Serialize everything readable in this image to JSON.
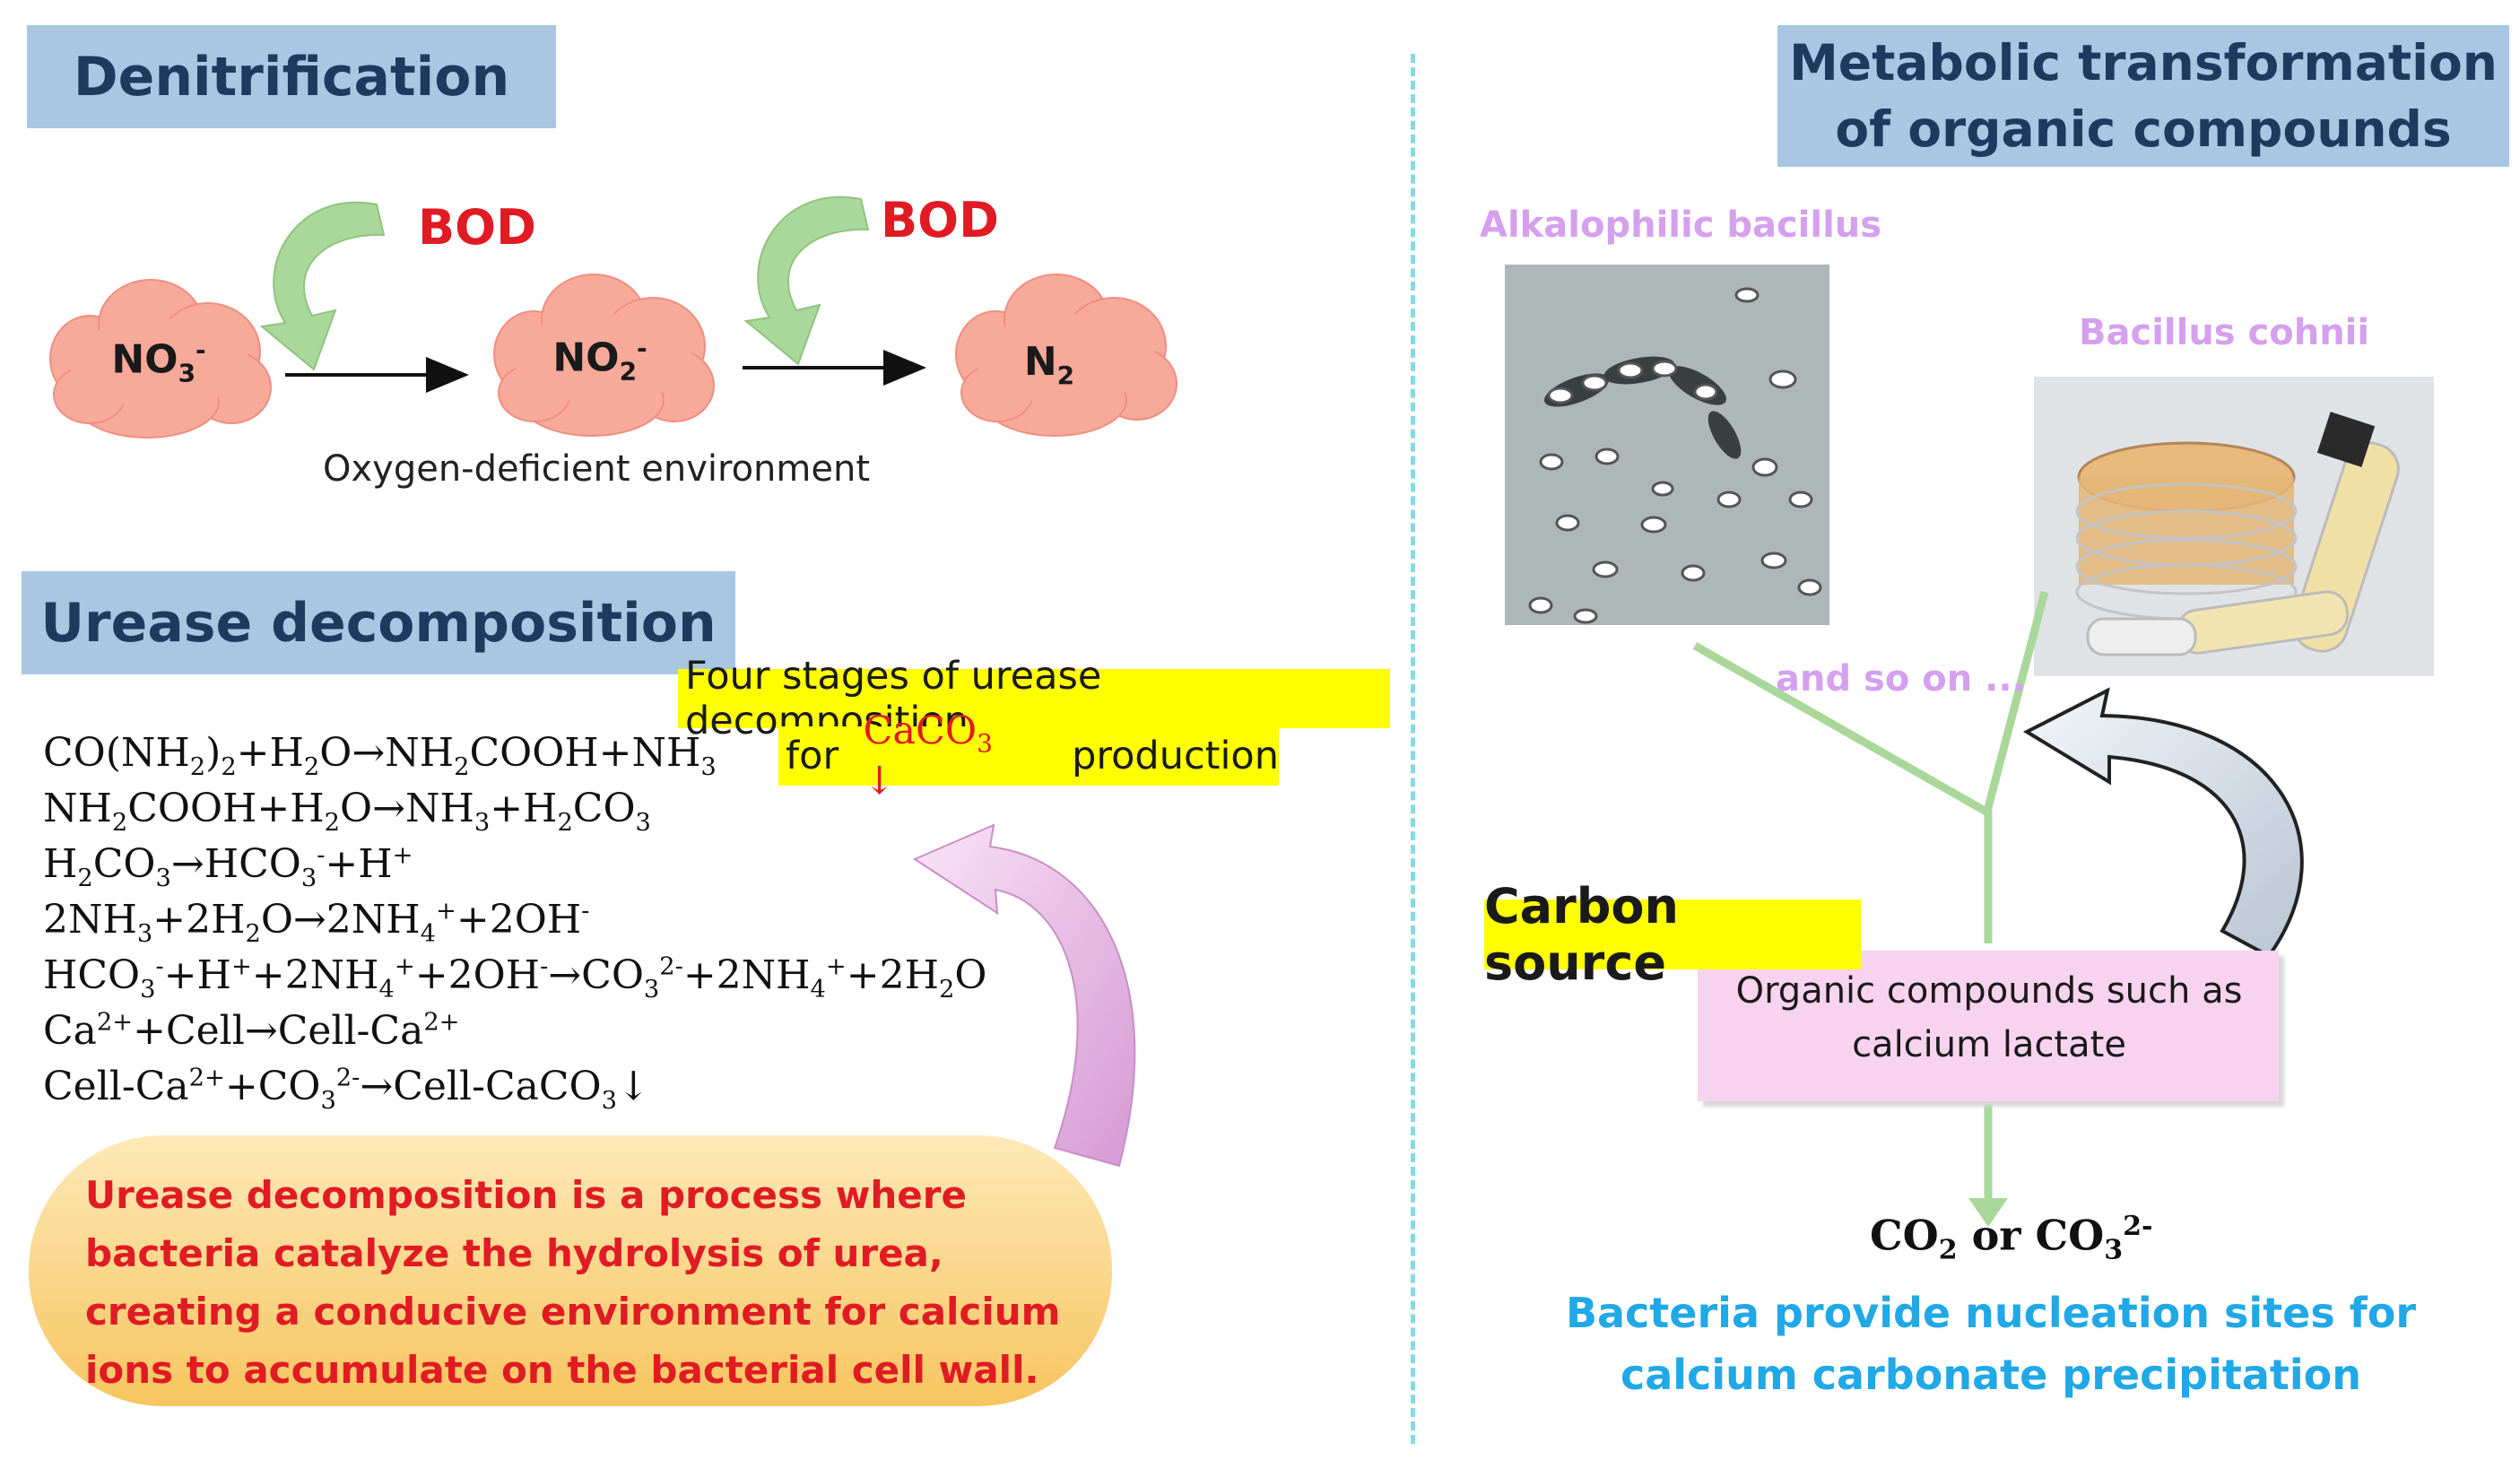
{
  "denitrification": {
    "title": "Denitrification",
    "species": [
      {
        "label": "NO",
        "sub": "3",
        "sup": "-"
      },
      {
        "label": "NO",
        "sub": "2",
        "sup": "-"
      },
      {
        "label": "N",
        "sub": "2",
        "sup": ""
      }
    ],
    "bod_label": "BOD",
    "environment": "Oxygen-deficient environment"
  },
  "urease": {
    "title": "Urease decomposition",
    "stages_line1": "Four stages of urease decomposition",
    "stages_for": "for",
    "stages_caco3": "CaCO",
    "stages_caco3_sub": "3",
    "stages_arrow": "↓",
    "stages_production": "production",
    "description": "Urease decomposition is a process where bacteria catalyze the hydrolysis of urea, creating a conducive environment for calcium ions to accumulate on the bacterial cell wall."
  },
  "metabolic": {
    "title_line1": "Metabolic transformation",
    "title_line2": "of organic compounds",
    "bacteria1": "Alkalophilic bacillus",
    "bacteria2": "Bacillus cohnii",
    "and_so_on": "and so on ...",
    "carbon_source": "Carbon source",
    "organic_line1": "Organic compounds such as",
    "organic_line2": "calcium lactate",
    "product_co": "CO",
    "product_co_sub": "2",
    "product_or": " or CO",
    "product_co3_sub": "3",
    "product_co3_sup": "2-",
    "nucleation_line1": "Bacteria provide nucleation sites for",
    "nucleation_line2": "calcium carbonate precipitation"
  },
  "colors": {
    "title_bg": "#a9c7e3",
    "title_text": "#1f3a5f",
    "cloud": "#f7a99a",
    "bod": "#e01b24",
    "highlight": "#ffff00",
    "green_arrow": "#a9d89a",
    "pink_arrow": "#e8b2e6",
    "bubble": "#f7c55f",
    "cyan": "#21a8e6",
    "lilac": "#d5a0ee"
  }
}
